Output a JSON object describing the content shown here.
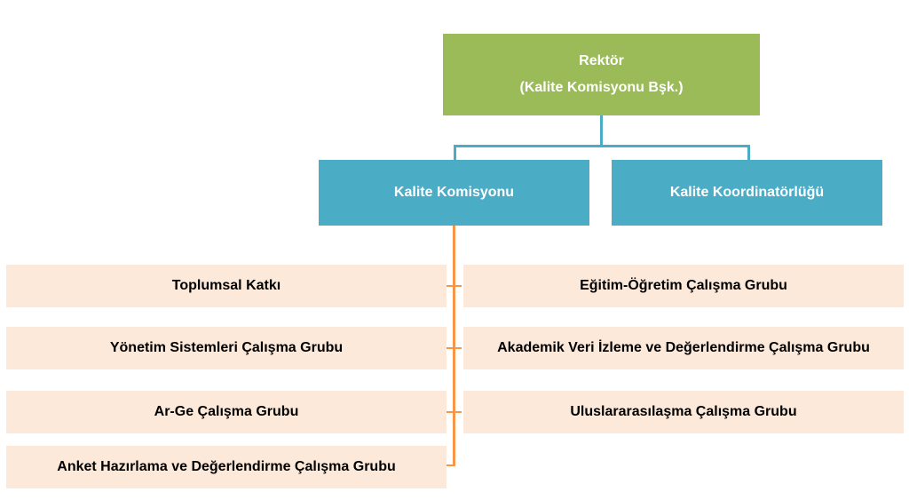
{
  "chart": {
    "root": {
      "line1": "Rektör",
      "line2": "(Kalite Komisyonu Bşk.)"
    },
    "level2": [
      "Kalite Komisyonu",
      "Kalite Koordinatörlüğü"
    ],
    "left_groups": [
      "Toplumsal Katkı",
      "Yönetim Sistemleri Çalışma Grubu",
      "Ar-Ge Çalışma Grubu",
      "Anket Hazırlama ve Değerlendirme Çalışma Grubu"
    ],
    "right_groups": [
      "Eğitim-Öğretim Çalışma Grubu",
      "Akademik Veri İzleme ve Değerlendirme Çalışma Grubu",
      "Uluslararasılaşma Çalışma Grubu"
    ]
  },
  "colors": {
    "root": "#9bbb59",
    "level2": "#4bacc6",
    "groups": "#fde9d9",
    "group_connector": "#f79646"
  }
}
